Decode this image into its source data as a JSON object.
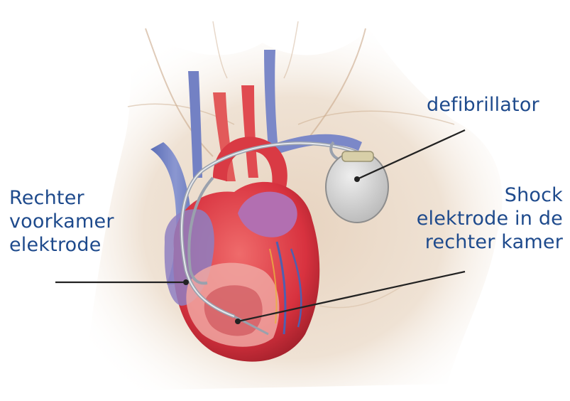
{
  "labels": {
    "defibrillator": "defibrillator",
    "right_atrium_lead": [
      "Rechter",
      "voorkamer",
      "elektrode"
    ],
    "shock_lead": [
      "Shock",
      "elektrode in de",
      "rechter kamer"
    ]
  },
  "colors": {
    "label_text": "#1e4a8c",
    "leader_line": "#222222",
    "skin_shading": "#c9a98a",
    "heart_red": "#d8323f",
    "vein_blue": "#6f7fbf",
    "device_grey": "#d7d7d7"
  }
}
